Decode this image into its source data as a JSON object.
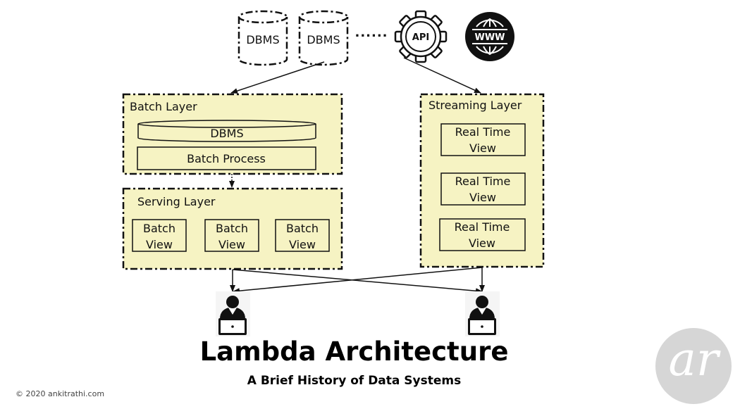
{
  "sources": {
    "dbms_1": "DBMS",
    "dbms_2": "DBMS",
    "ellipsis": "......",
    "api": "API",
    "www": "WWW"
  },
  "batch_layer": {
    "label": "Batch Layer",
    "dbms": "DBMS",
    "process": "Batch Process"
  },
  "serving_layer": {
    "label": "Serving Layer",
    "views": [
      {
        "line1": "Batch",
        "line2": "View"
      },
      {
        "line1": "Batch",
        "line2": "View"
      },
      {
        "line1": "Batch",
        "line2": "View"
      }
    ]
  },
  "streaming_layer": {
    "label": "Streaming Layer",
    "views": [
      {
        "line1": "Real Time",
        "line2": "View"
      },
      {
        "line1": "Real Time",
        "line2": "View"
      },
      {
        "line1": "Real Time",
        "line2": "View"
      }
    ]
  },
  "title": "Lambda Architecture",
  "subtitle": "A Brief History of Data Systems",
  "copyright": "©  2020  ankitrathi.com",
  "logo_text": "ar",
  "colors": {
    "layer_fill": "#f6f3c3",
    "stroke": "#111111",
    "icon_dark": "#111111"
  }
}
